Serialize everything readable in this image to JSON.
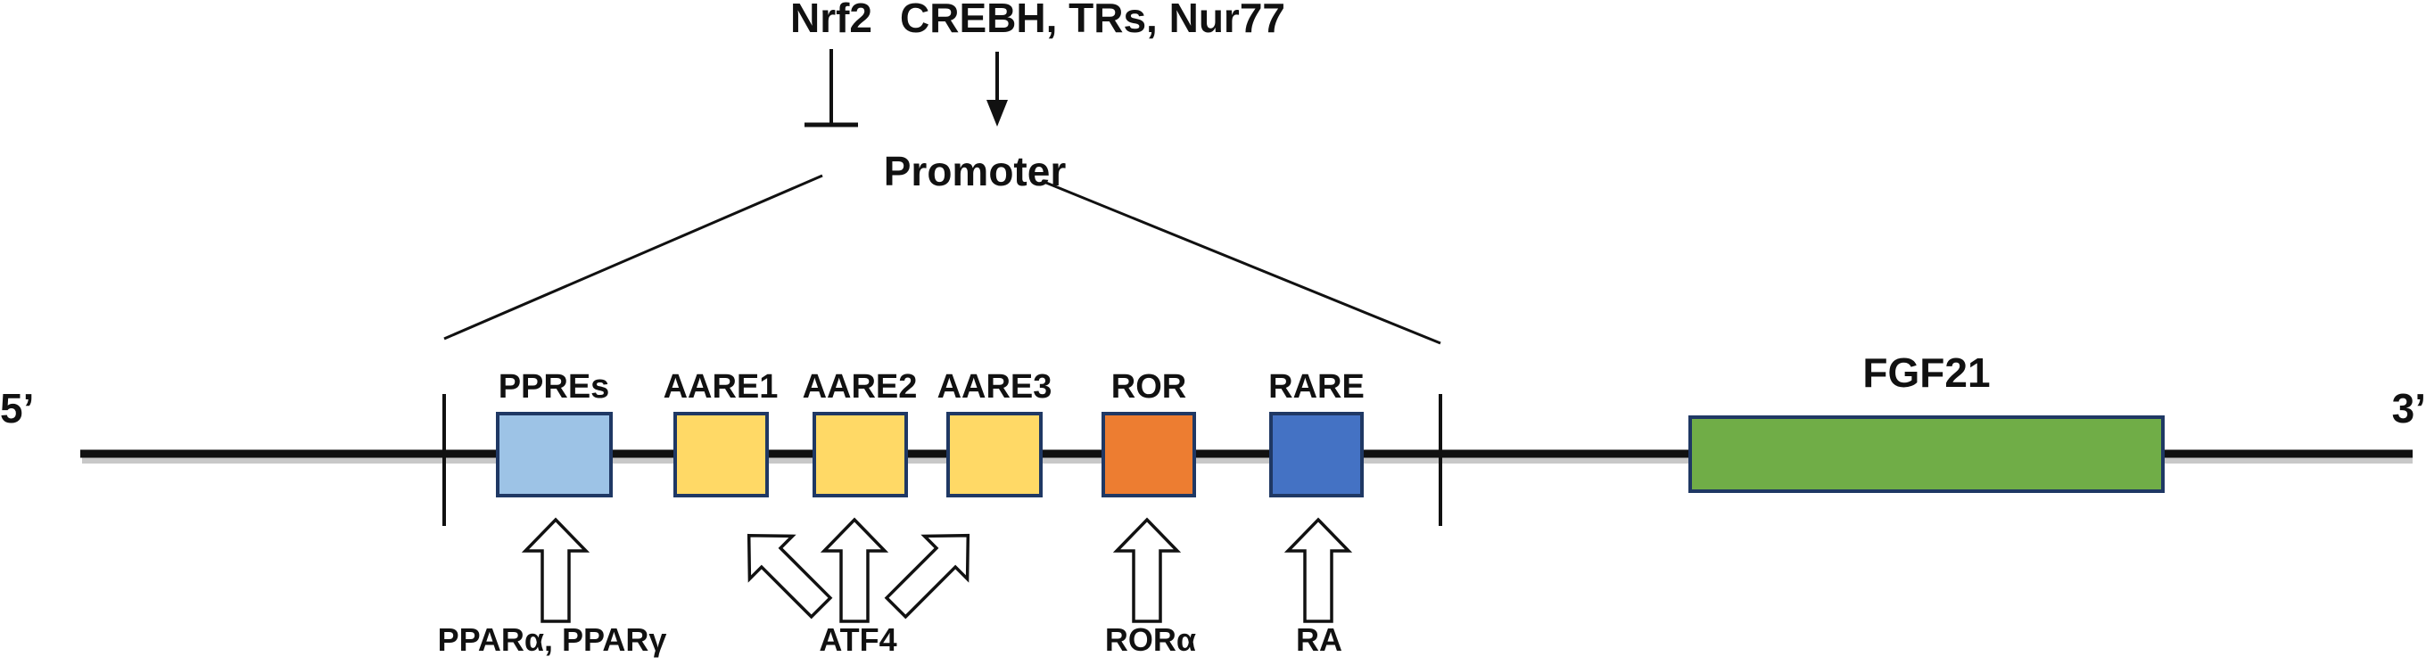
{
  "diagram": {
    "end_labels": {
      "left": "5’",
      "right": "3’"
    },
    "promoter": {
      "label": "Promoter",
      "repressor": "Nrf2",
      "activators": "CREBH, TRs, Nur77"
    },
    "elements": [
      {
        "id": "ppres",
        "label": "PPREs",
        "binder": "PPARα, PPARγ",
        "color": "#9DC3E6"
      },
      {
        "id": "aare1",
        "label": "AARE1",
        "color": "#FFD966"
      },
      {
        "id": "aare2",
        "label": "AARE2",
        "binder": "ATF4",
        "color": "#FFD966"
      },
      {
        "id": "aare3",
        "label": "AARE3",
        "color": "#FFD966"
      },
      {
        "id": "ror",
        "label": "ROR",
        "binder": "RORα",
        "color": "#ED7D31"
      },
      {
        "id": "rare",
        "label": "RARE",
        "binder": "RA",
        "color": "#4472C4"
      }
    ],
    "gene": {
      "label": "FGF21",
      "color": "#70AD47"
    },
    "colors": {
      "line": "#111111",
      "box_border": "#1F3864",
      "arrow_fill": "#ffffff"
    }
  }
}
